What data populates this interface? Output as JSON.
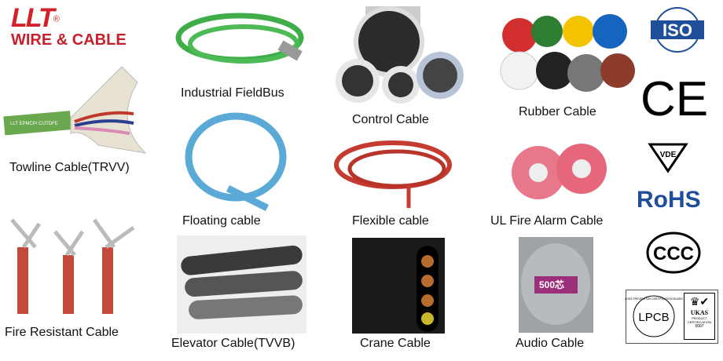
{
  "brand": {
    "mark": "LLT",
    "registered": "®",
    "tagline": "WIRE & CABLE",
    "color": "#d42028"
  },
  "products": [
    {
      "label": "Towline Cable(TRVV)",
      "print": "LLT EPMCP/ CIJTDFE"
    },
    {
      "label": "Industrial FieldBus"
    },
    {
      "label": "Control Cable"
    },
    {
      "label": "Rubber Cable"
    },
    {
      "label": "Floating cable"
    },
    {
      "label": "Flexible cable"
    },
    {
      "label": "UL Fire Alarm Cable"
    },
    {
      "label": "Fire Resistant Cable"
    },
    {
      "label": "Elevator Cable(TVVB)"
    },
    {
      "label": "Crane Cable"
    },
    {
      "label": "Audio Cable",
      "box_text": "500芯"
    }
  ],
  "certifications": [
    {
      "name": "ISO",
      "icon": "iso-logo-icon",
      "color": "#1f4e9a"
    },
    {
      "name": "CE",
      "icon": "ce-mark-icon"
    },
    {
      "name": "VDE",
      "icon": "vde-mark-icon"
    },
    {
      "name": "RoHS",
      "icon": "rohs-logo-icon",
      "color": "#1f4e9a"
    },
    {
      "name": "CCC",
      "icon": "ccc-mark-icon"
    },
    {
      "name": "LPCB",
      "icon": "lpcb-logo-icon",
      "ring_text": "LOSS PREVENTION CERTIFICATION BOARD"
    },
    {
      "name": "UKAS",
      "icon": "ukas-logo-icon",
      "sub": "PRODUCT CERTIFICATION",
      "code": "0007"
    }
  ]
}
